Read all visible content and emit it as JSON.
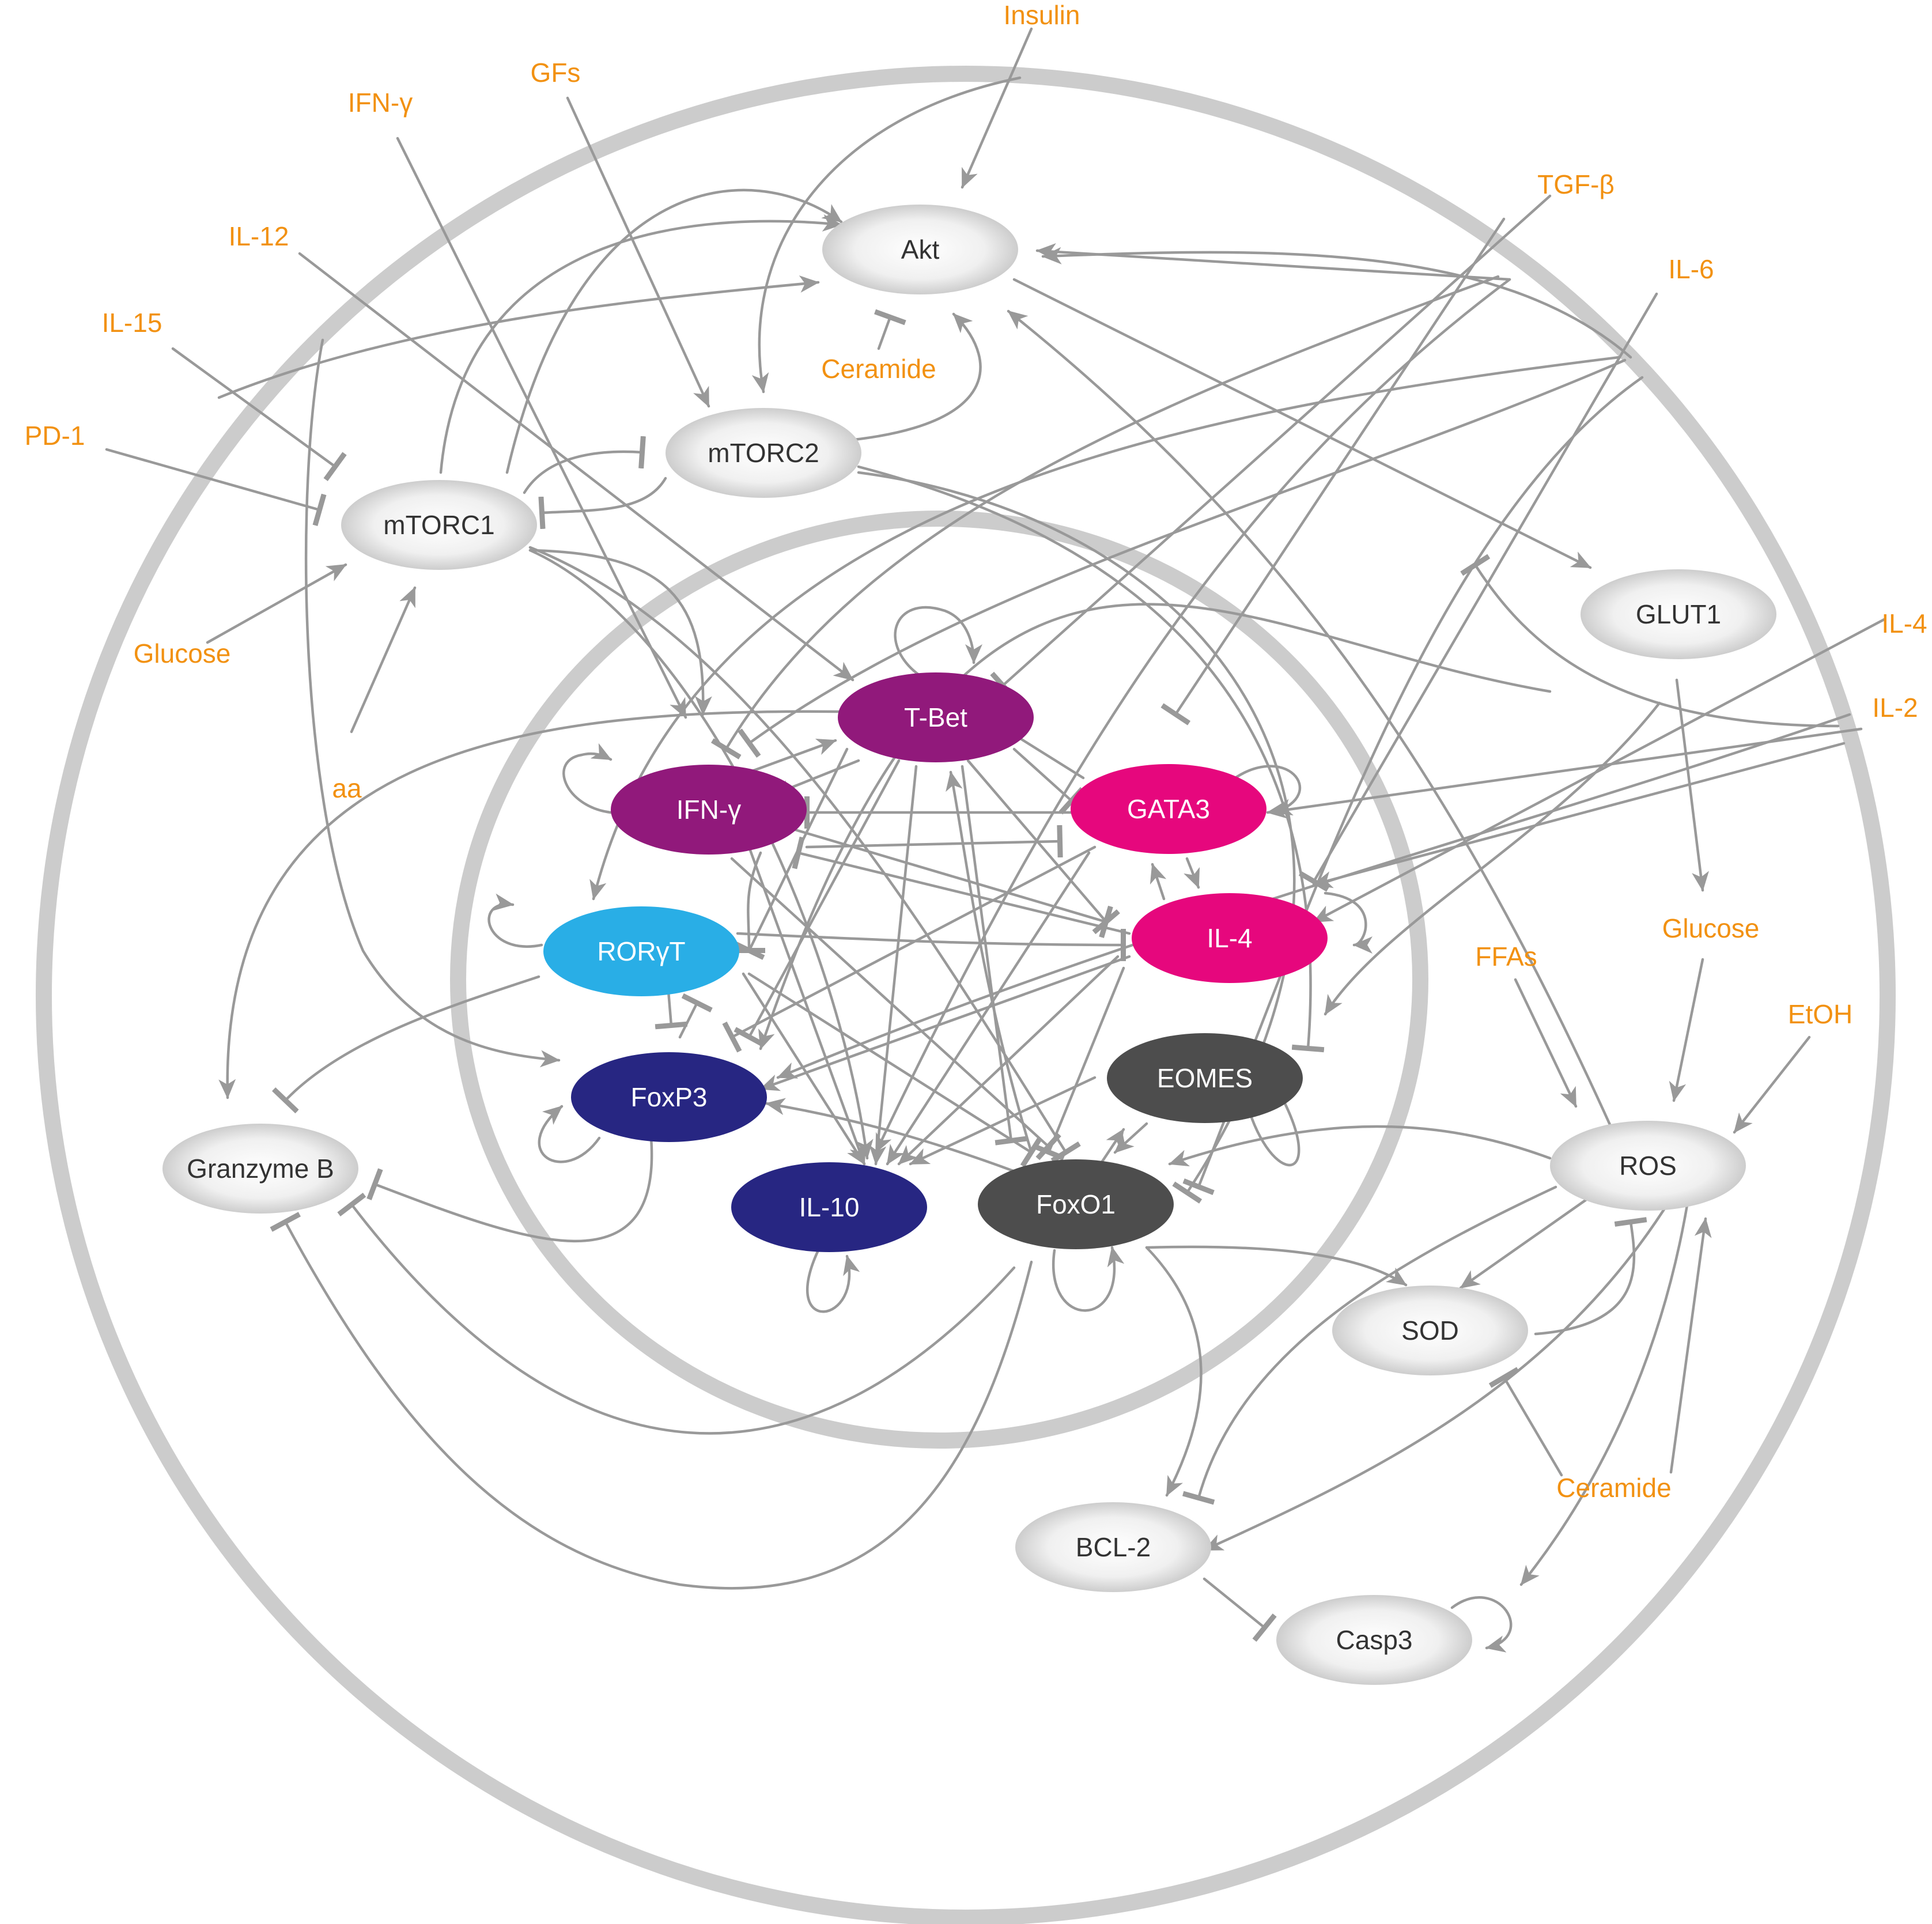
{
  "diagram": {
    "colors": {
      "edge": "#999999",
      "boundary": "#cccccc",
      "input_label": "#f29111",
      "gray_node_text": "#333333",
      "purple": "#91197b",
      "magenta": "#e6077d",
      "cyan": "#29aee6",
      "navy": "#272682",
      "dark_gray": "#4d4d4d"
    },
    "nodes": {
      "akt": "Akt",
      "mtorc2": "mTORC2",
      "mtorc1": "mTORC1",
      "glut1": "GLUT1",
      "granzyme_b": "Granzyme B",
      "ros": "ROS",
      "sod": "SOD",
      "bcl2": "BCL-2",
      "casp3": "Casp3",
      "tbet": "T-Bet",
      "ifng": "IFN-γ",
      "gata3": "GATA3",
      "il4": "IL-4",
      "rorgt": "RORγT",
      "foxp3": "FoxP3",
      "eomes": "EOMES",
      "il10": "IL-10",
      "foxo1": "FoxO1"
    },
    "inputs": {
      "insulin": "Insulin",
      "gfs": "GFs",
      "ifng": "IFN-γ",
      "il12": "IL-12",
      "il15": "IL-15",
      "pd1": "PD-1",
      "glucose_left": "Glucose",
      "aa": "aa",
      "ceramide_top": "Ceramide",
      "tgfb": "TGF-β",
      "il6": "IL-6",
      "il4": "IL-4",
      "il2": "IL-2",
      "glucose_right": "Glucose",
      "ffas": "FFAs",
      "etoh": "EtOH",
      "ceramide_bottom": "Ceramide"
    }
  }
}
